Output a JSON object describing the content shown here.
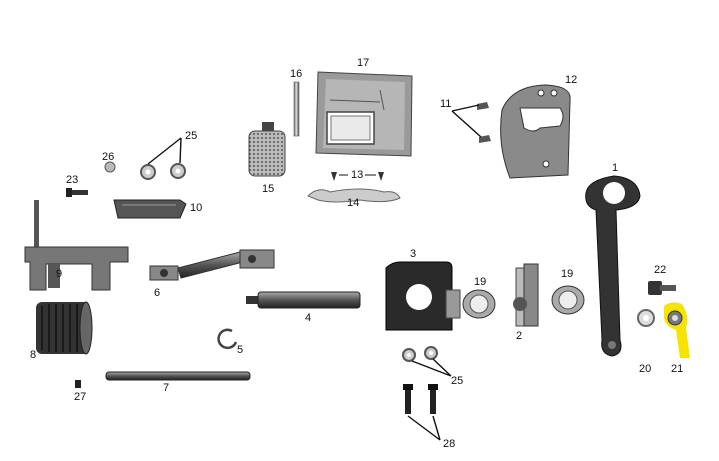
{
  "diagram": {
    "parts": [
      {
        "id": "part-1",
        "label": "1"
      },
      {
        "id": "part-2",
        "label": "2"
      },
      {
        "id": "part-3",
        "label": "3"
      },
      {
        "id": "part-4",
        "label": "4"
      },
      {
        "id": "part-5",
        "label": "5"
      },
      {
        "id": "part-6",
        "label": "6"
      },
      {
        "id": "part-7",
        "label": "7"
      },
      {
        "id": "part-8",
        "label": "8"
      },
      {
        "id": "part-9",
        "label": "9"
      },
      {
        "id": "part-10",
        "label": "10"
      },
      {
        "id": "part-11",
        "label": "11"
      },
      {
        "id": "part-12",
        "label": "12"
      },
      {
        "id": "part-13",
        "label": "13"
      },
      {
        "id": "part-14",
        "label": "14"
      },
      {
        "id": "part-15",
        "label": "15"
      },
      {
        "id": "part-16",
        "label": "16"
      },
      {
        "id": "part-17",
        "label": "17"
      },
      {
        "id": "part-19a",
        "label": "19"
      },
      {
        "id": "part-19b",
        "label": "19"
      },
      {
        "id": "part-20",
        "label": "20"
      },
      {
        "id": "part-21",
        "label": "21"
      },
      {
        "id": "part-22",
        "label": "22"
      },
      {
        "id": "part-23",
        "label": "23"
      },
      {
        "id": "part-25a",
        "label": "25"
      },
      {
        "id": "part-25b",
        "label": "25"
      },
      {
        "id": "part-26",
        "label": "26"
      },
      {
        "id": "part-27",
        "label": "27"
      },
      {
        "id": "part-28",
        "label": "28"
      }
    ],
    "highlight_color": "#f6e400",
    "highlighted_part": "21"
  }
}
